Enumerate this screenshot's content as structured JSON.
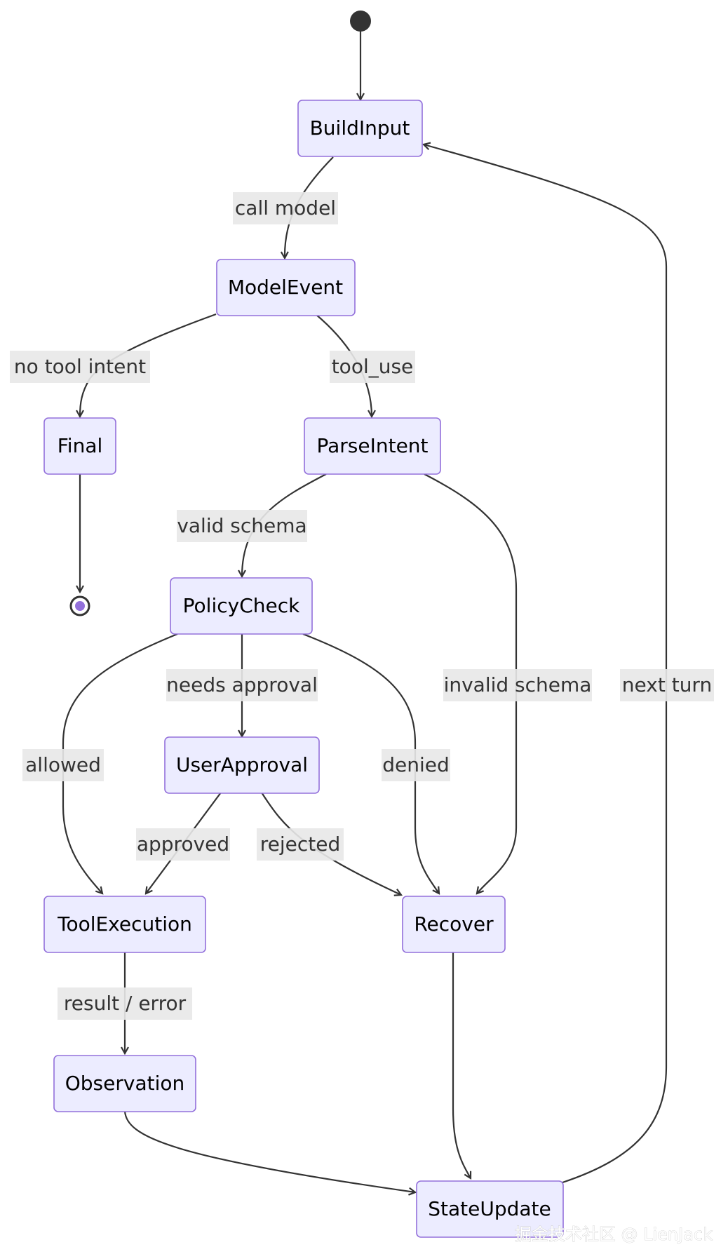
{
  "diagram": {
    "type": "state",
    "states": {
      "BuildInput": "BuildInput",
      "ModelEvent": "ModelEvent",
      "Final": "Final",
      "ParseIntent": "ParseIntent",
      "PolicyCheck": "PolicyCheck",
      "UserApproval": "UserApproval",
      "ToolExecution": "ToolExecution",
      "Recover": "Recover",
      "Observation": "Observation",
      "StateUpdate": "StateUpdate"
    },
    "transitions": [
      {
        "from": "start",
        "to": "BuildInput",
        "label": ""
      },
      {
        "from": "BuildInput",
        "to": "ModelEvent",
        "label": "call model"
      },
      {
        "from": "ModelEvent",
        "to": "Final",
        "label": "no tool intent"
      },
      {
        "from": "ModelEvent",
        "to": "ParseIntent",
        "label": "tool_use"
      },
      {
        "from": "Final",
        "to": "end",
        "label": ""
      },
      {
        "from": "ParseIntent",
        "to": "PolicyCheck",
        "label": "valid schema"
      },
      {
        "from": "ParseIntent",
        "to": "Recover",
        "label": "invalid schema"
      },
      {
        "from": "PolicyCheck",
        "to": "UserApproval",
        "label": "needs approval"
      },
      {
        "from": "PolicyCheck",
        "to": "ToolExecution",
        "label": "allowed"
      },
      {
        "from": "PolicyCheck",
        "to": "Recover",
        "label": "denied"
      },
      {
        "from": "UserApproval",
        "to": "ToolExecution",
        "label": "approved"
      },
      {
        "from": "UserApproval",
        "to": "Recover",
        "label": "rejected"
      },
      {
        "from": "ToolExecution",
        "to": "Observation",
        "label": "result / error"
      },
      {
        "from": "Observation",
        "to": "StateUpdate",
        "label": ""
      },
      {
        "from": "Recover",
        "to": "StateUpdate",
        "label": ""
      },
      {
        "from": "StateUpdate",
        "to": "BuildInput",
        "label": "next turn"
      }
    ],
    "edge_labels": {
      "call_model": "call model",
      "no_tool_intent": "no tool intent",
      "tool_use": "tool_use",
      "valid_schema": "valid schema",
      "invalid_schema": "invalid schema",
      "needs_approval": "needs approval",
      "allowed": "allowed",
      "denied": "denied",
      "approved": "approved",
      "rejected": "rejected",
      "result_error": "result / error",
      "next_turn": "next turn"
    }
  },
  "watermark": "掘金技术社区 @ LienJack",
  "colors": {
    "node_fill": "#ECECFF",
    "node_border": "#9370DB",
    "edge": "#333333",
    "label_bg": "#e8e8e8",
    "start_dot": "#333333",
    "end_dot": "#9370DB"
  }
}
